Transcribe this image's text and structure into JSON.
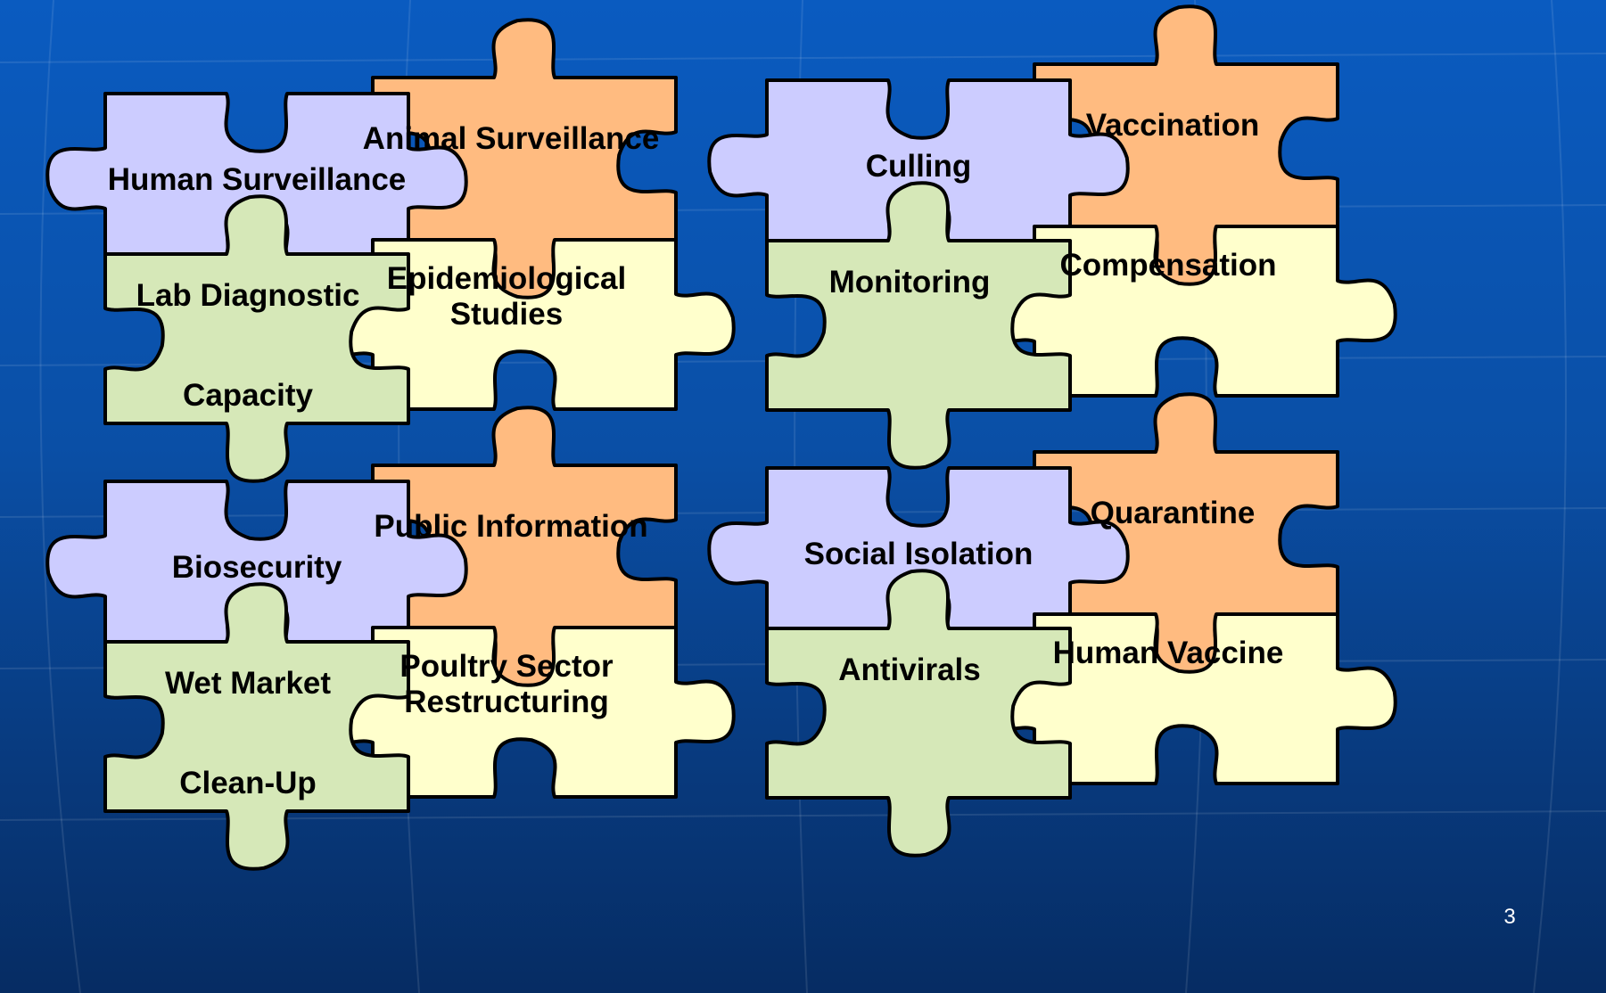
{
  "slide": {
    "page_number": "3"
  },
  "colors": {
    "background": "#0a4fa6",
    "lavender": "#ccccff",
    "peach": "#ffbb80",
    "green": "#d6e8b8",
    "cream": "#ffffcc"
  },
  "clusters": [
    {
      "pieces": [
        {
          "color": "lavender",
          "lines": [
            "Human Surveillance"
          ]
        },
        {
          "color": "peach",
          "lines": [
            "Animal Surveillance"
          ]
        },
        {
          "color": "green",
          "lines": [
            "Lab Diagnostic",
            "Capacity"
          ]
        },
        {
          "color": "cream",
          "lines": [
            "Epidemiological",
            "Studies"
          ]
        }
      ]
    },
    {
      "pieces": [
        {
          "color": "lavender",
          "lines": [
            "Culling"
          ]
        },
        {
          "color": "peach",
          "lines": [
            "Vaccination"
          ]
        },
        {
          "color": "green",
          "lines": [
            "Monitoring"
          ]
        },
        {
          "color": "cream",
          "lines": [
            "Compensation"
          ]
        }
      ]
    },
    {
      "pieces": [
        {
          "color": "lavender",
          "lines": [
            "Biosecurity"
          ]
        },
        {
          "color": "peach",
          "lines": [
            "Public Information"
          ]
        },
        {
          "color": "green",
          "lines": [
            "Wet Market",
            "Clean-Up"
          ]
        },
        {
          "color": "cream",
          "lines": [
            "Poultry Sector",
            "Restructuring"
          ]
        }
      ]
    },
    {
      "pieces": [
        {
          "color": "lavender",
          "lines": [
            "Social Isolation"
          ]
        },
        {
          "color": "peach",
          "lines": [
            "Quarantine"
          ]
        },
        {
          "color": "green",
          "lines": [
            "Antivirals"
          ]
        },
        {
          "color": "cream",
          "lines": [
            "Human Vaccine"
          ]
        }
      ]
    }
  ]
}
